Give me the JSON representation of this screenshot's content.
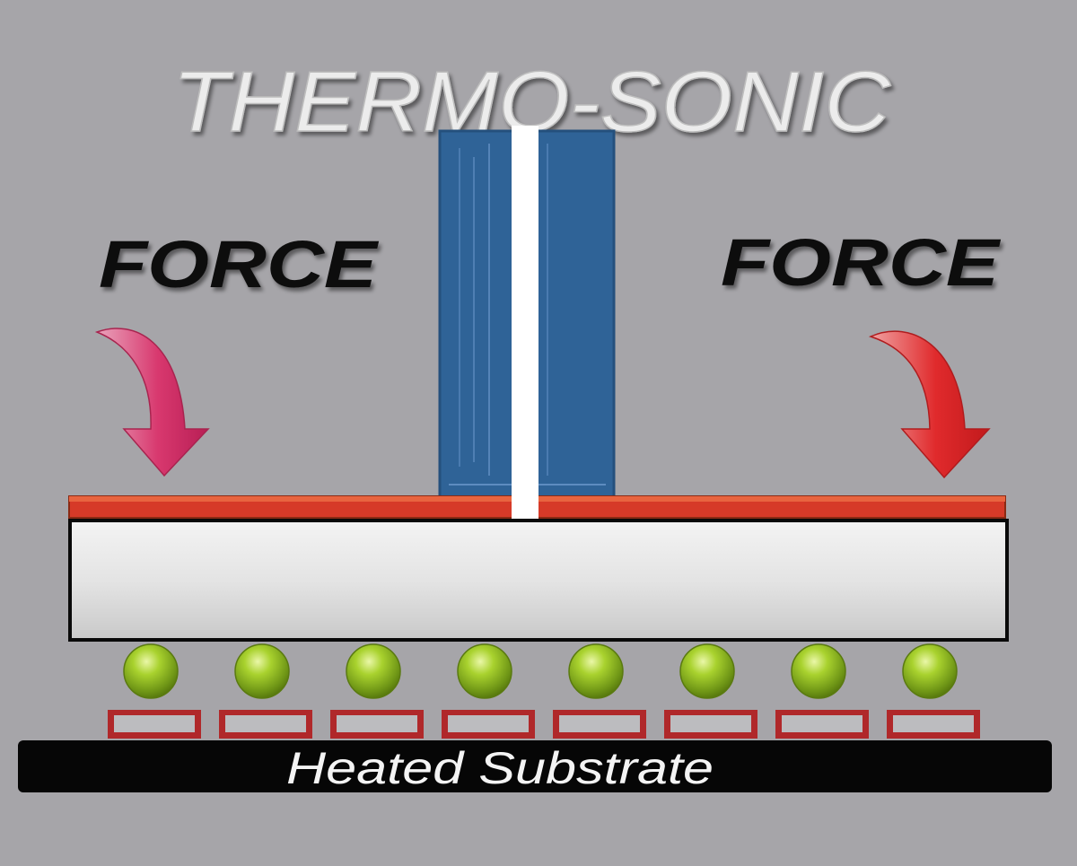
{
  "diagram": {
    "title": "THERMO-SONIC",
    "force_left_label": "FORCE",
    "force_right_label": "FORCE",
    "substrate_label": "Heated Substrate",
    "solder_ball_count": 8,
    "pad_count": 8,
    "colors": {
      "background": "#a6a5a9",
      "title_text": "#ececec",
      "force_text": "#0c0c0c",
      "tool_blue": "#2f6397",
      "tool_center": "#ffffff",
      "arrow_left": "#d8386e",
      "arrow_right": "#e02a2c",
      "die_top_layer": "#d63a28",
      "die_body": "#e9e9e9",
      "solder_ball": "#9bc626",
      "pad_outline": "#b0282a",
      "substrate": "#060606",
      "substrate_text": "#f4f4f4"
    },
    "icons": {
      "force_arrow": "curved-down-arrow-icon",
      "solder_ball": "sphere-icon"
    }
  }
}
